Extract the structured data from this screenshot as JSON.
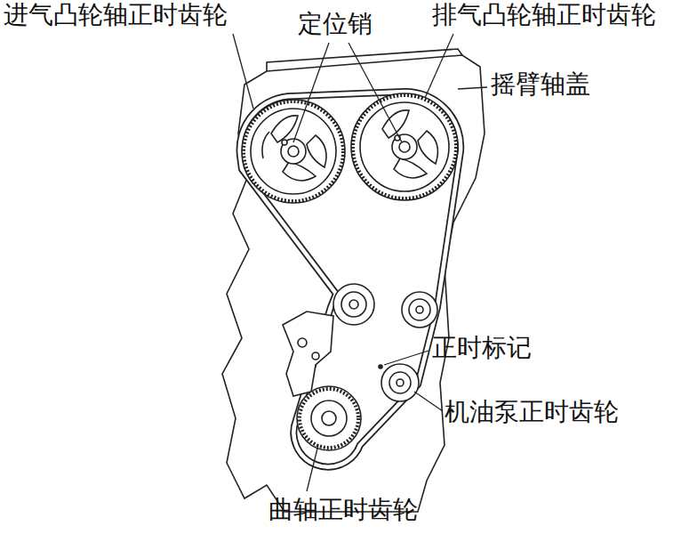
{
  "diagram": {
    "labels": [
      "进气凸轮轴正时齿轮",
      "定位销",
      "排气凸轮轴正时齿轮",
      "摇臂轴盖",
      "正时标记",
      "机油泵正时齿轮",
      "曲轴正时齿轮"
    ]
  }
}
